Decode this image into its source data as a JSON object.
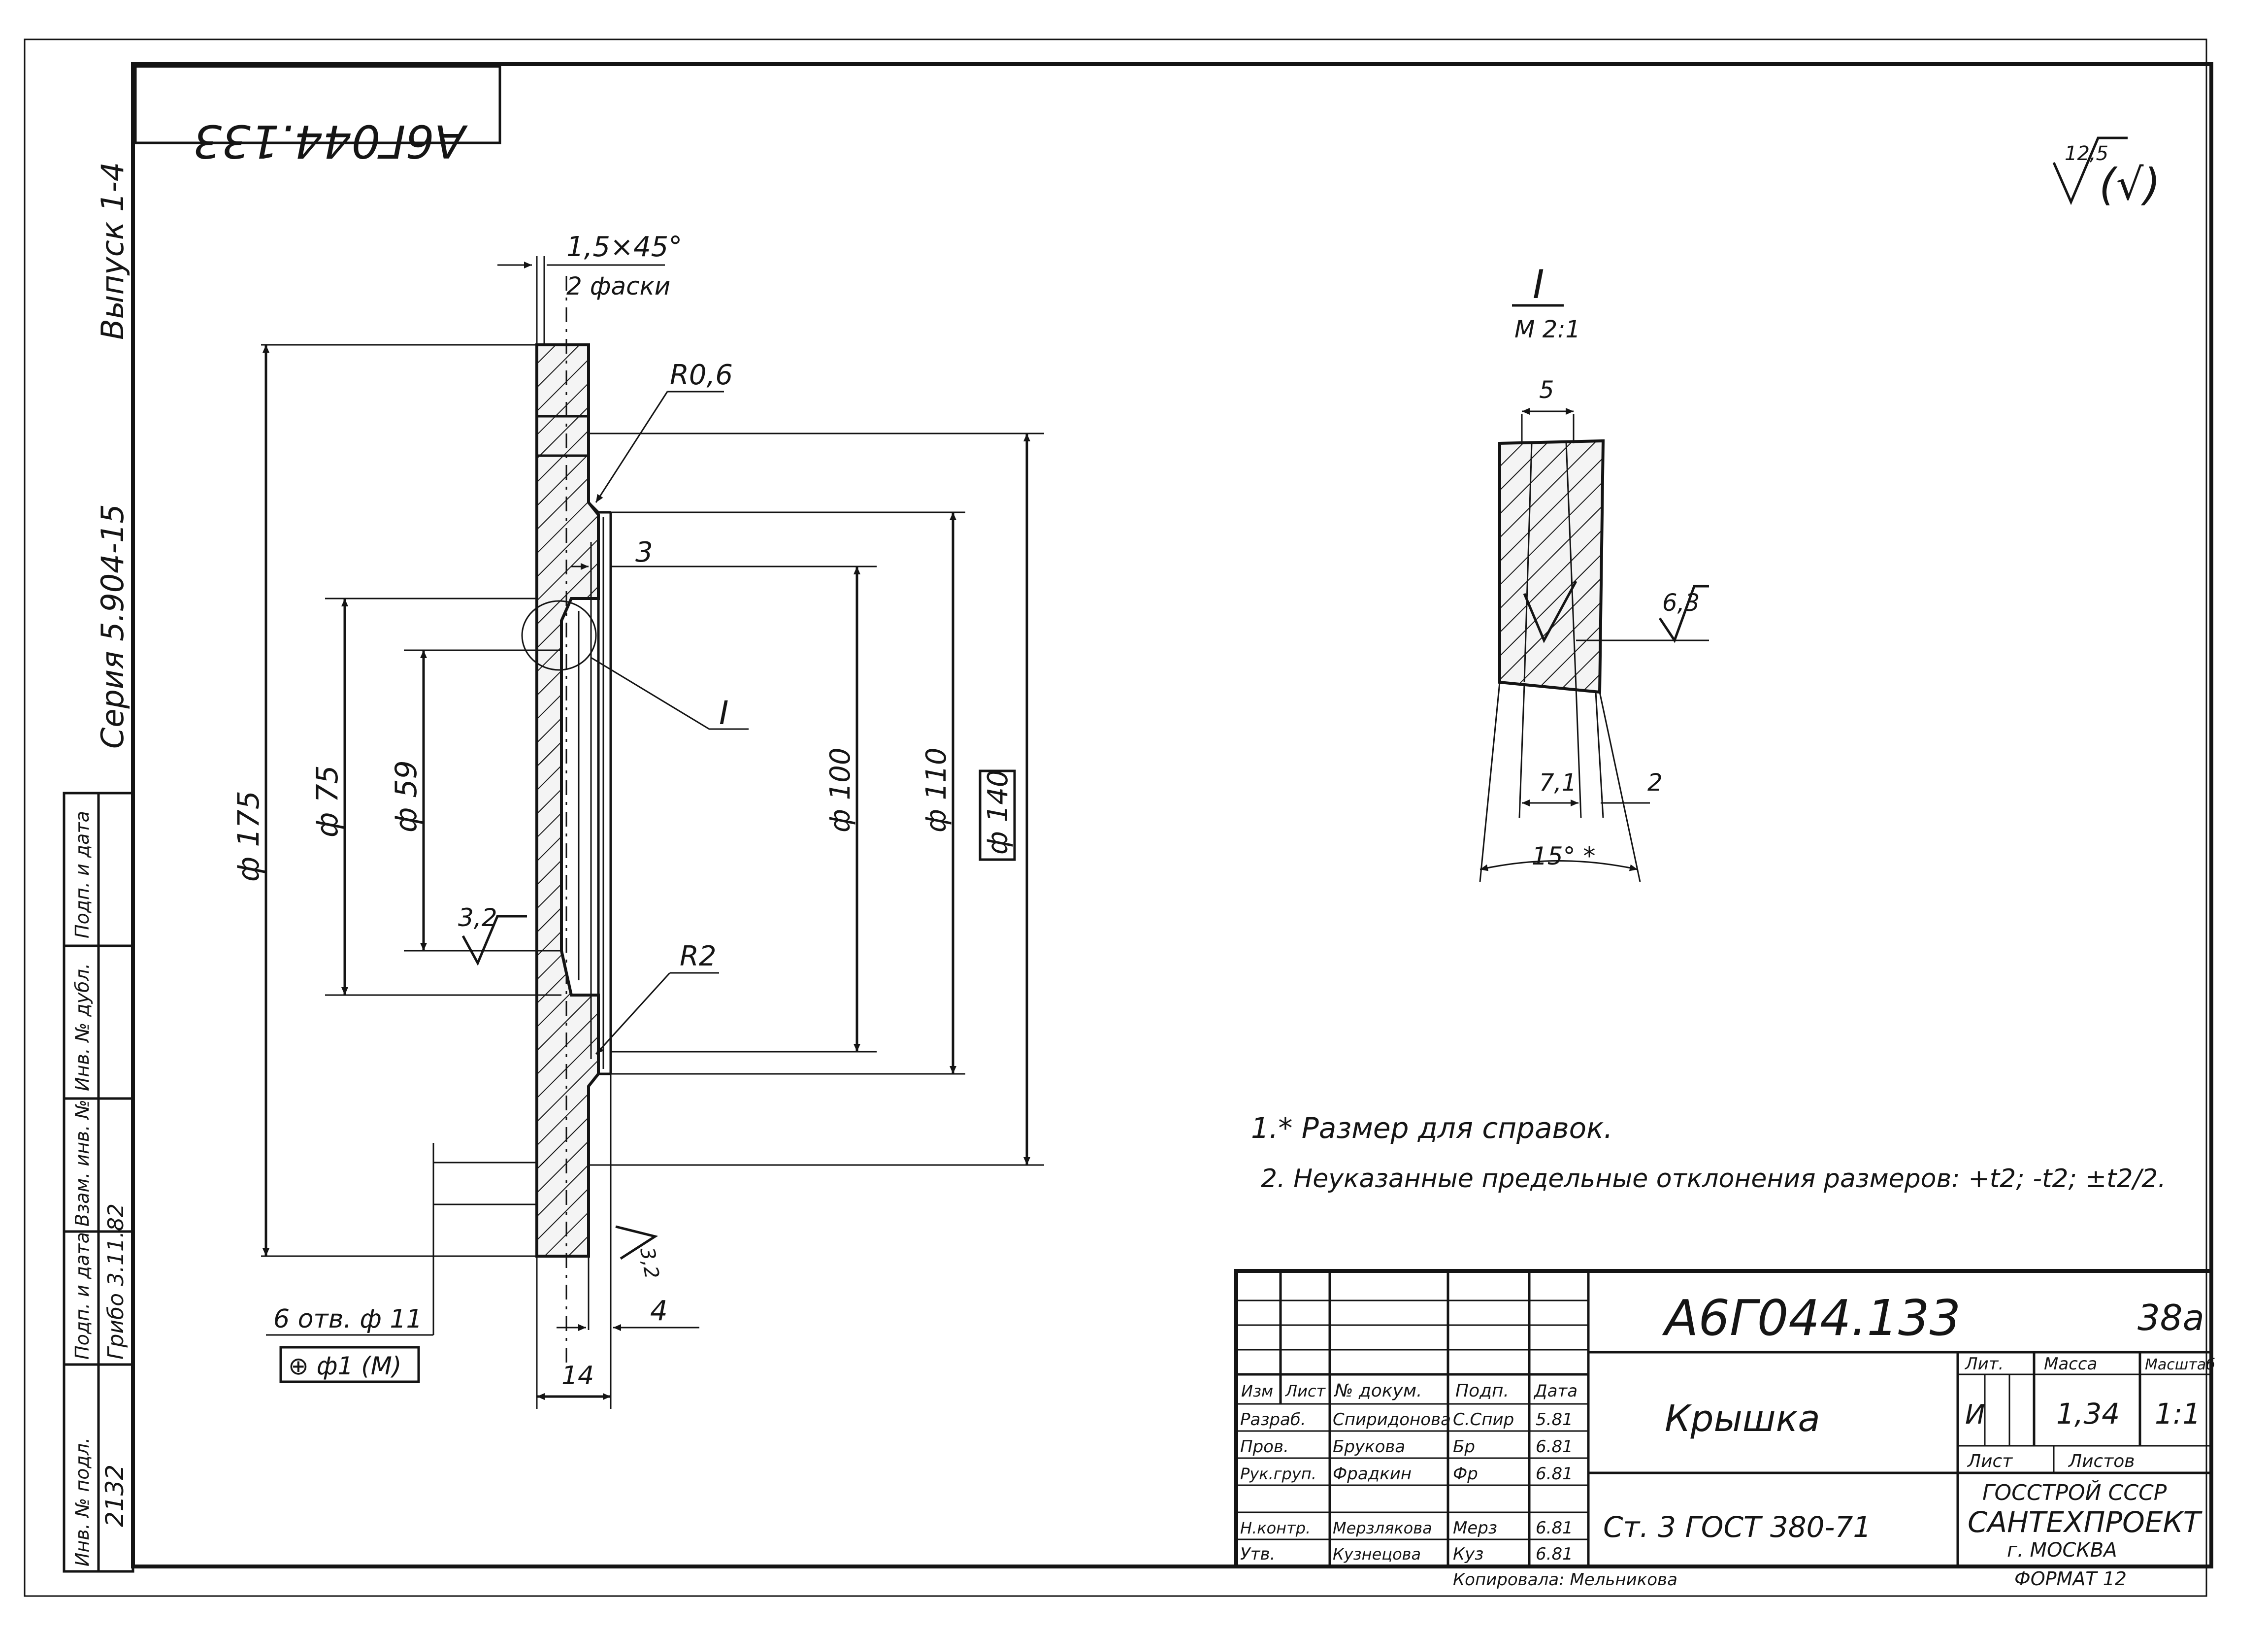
{
  "drawing": {
    "code": "А6Г044.133",
    "code_mirrored": "А6Г044.133",
    "page_mark": "38а",
    "title": "Крышка",
    "material": "Ст. 3 ГОСТ 380-71",
    "org_line1": "ГОССТРОЙ СССР",
    "org_line2": "САНТЕХПРОЕКТ",
    "org_line3": "г. МОСКВА",
    "format": "ФОРМАТ 12",
    "copied_by": "Копировала: Мельникова"
  },
  "side_labels": {
    "release": "Выпуск 1-4",
    "series": "Серия 5.904-15"
  },
  "stamp_column": {
    "headers": [
      "Инв. № подл.",
      "Подп. и дата",
      "Взам. инв. №",
      "Инв. № дубл.",
      "Подп. и дата"
    ],
    "inv_no": "2132",
    "signature": "Грибо 3.11.82"
  },
  "roughness": {
    "general": "12,5",
    "rest_symbol": "(√)",
    "face": "3,2",
    "groove": "6,3",
    "rear": "3,2"
  },
  "dimensions": {
    "chamfer": "1,5×45°",
    "chamfer_note": "2 фаски",
    "r_top": "R0,6",
    "r_bottom": "R2",
    "d175": "ф 175",
    "d75": "ф 75",
    "d59": "ф 59",
    "d100": "ф 100",
    "d110": "ф 110",
    "d140": "ф 140",
    "step3": "3",
    "step4": "4",
    "thick14": "14",
    "holes": "6 отв. ф 11",
    "position_tol": "⊕ ф1 (М)",
    "view_mark": "I"
  },
  "detail": {
    "mark": "I",
    "scale": "М 2:1",
    "width": "5",
    "dim_a": "7,1",
    "dim_b": "2",
    "angle": "15° *"
  },
  "notes": [
    "1.* Размер для справок.",
    "2. Неуказанные предельные отклонения размеров: +t2; -t2; ±t2/2."
  ],
  "title_block": {
    "col_headers": [
      "Изм",
      "Лист",
      "№ докум.",
      "Подп.",
      "Дата"
    ],
    "rows": [
      {
        "role": "Разраб.",
        "name": "Спиридонова",
        "sign": "С.Спир",
        "date": "5.81"
      },
      {
        "role": "Пров.",
        "name": "Брукова",
        "sign": "Бр",
        "date": "6.81"
      },
      {
        "role": "Рук.груп.",
        "name": "Фрадкин",
        "sign": "Фр",
        "date": "6.81"
      },
      {
        "role": "Н.контр.",
        "name": "Мерзлякова",
        "sign": "Мерз",
        "date": "6.81"
      },
      {
        "role": "Утв.",
        "name": "Кузнецова",
        "sign": "Куз",
        "date": "6.81"
      }
    ],
    "lit_label": "Лит.",
    "mass_label": "Масса",
    "scale_label": "Масштаб",
    "lit_value": "И",
    "mass_value": "1,34",
    "scale_value": "1:1",
    "sheet_label": "Лист",
    "sheets_label": "Листов"
  }
}
